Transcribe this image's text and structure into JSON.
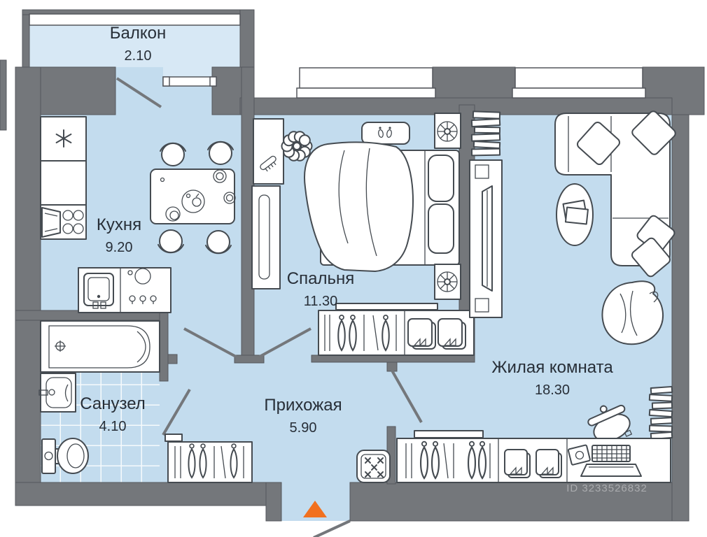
{
  "plan": {
    "rooms": {
      "balcony": {
        "name": "Балкон",
        "area": "2.10"
      },
      "kitchen": {
        "name": "Кухня",
        "area": "9.20"
      },
      "bedroom": {
        "name": "Спальня",
        "area": "11.30"
      },
      "hallway": {
        "name": "Прихожая",
        "area": "5.90"
      },
      "bathroom": {
        "name": "Санузел",
        "area": "4.10"
      },
      "living_room": {
        "name": "Жилая комната",
        "area": "18.30"
      }
    },
    "watermark": "ID 3233526832",
    "colors": {
      "wall": "#74777b",
      "wall_edge": "#54575c",
      "floor": "#c3dcee",
      "floor_balcony": "#d7e8f5",
      "line": "#454b51",
      "text": "#272e37",
      "entrance": "#f1701e"
    },
    "icons": {
      "entrance": "entrance-triangle-icon",
      "kitchen": [
        "fridge-snowflake-icon",
        "stove-icon",
        "kitchen-sink-icon",
        "dining-table-icon",
        "chair-icon"
      ],
      "bathroom": [
        "bathtub-icon",
        "washbasin-icon",
        "toilet-icon"
      ],
      "bedroom": [
        "double-bed-icon",
        "nightstand-icon",
        "plant-icon",
        "dresser-icon",
        "wardrobe-hangers-icon",
        "rug-icon"
      ],
      "living_room": [
        "corner-sofa-icon",
        "coffee-table-icon",
        "beanbag-icon",
        "tv-stand-icon",
        "bookshelf-icon",
        "desk-laptop-icon",
        "wardrobe-hangers-icon"
      ],
      "hallway": [
        "wardrobe-hangers-icon",
        "doormat-icon"
      ]
    }
  }
}
